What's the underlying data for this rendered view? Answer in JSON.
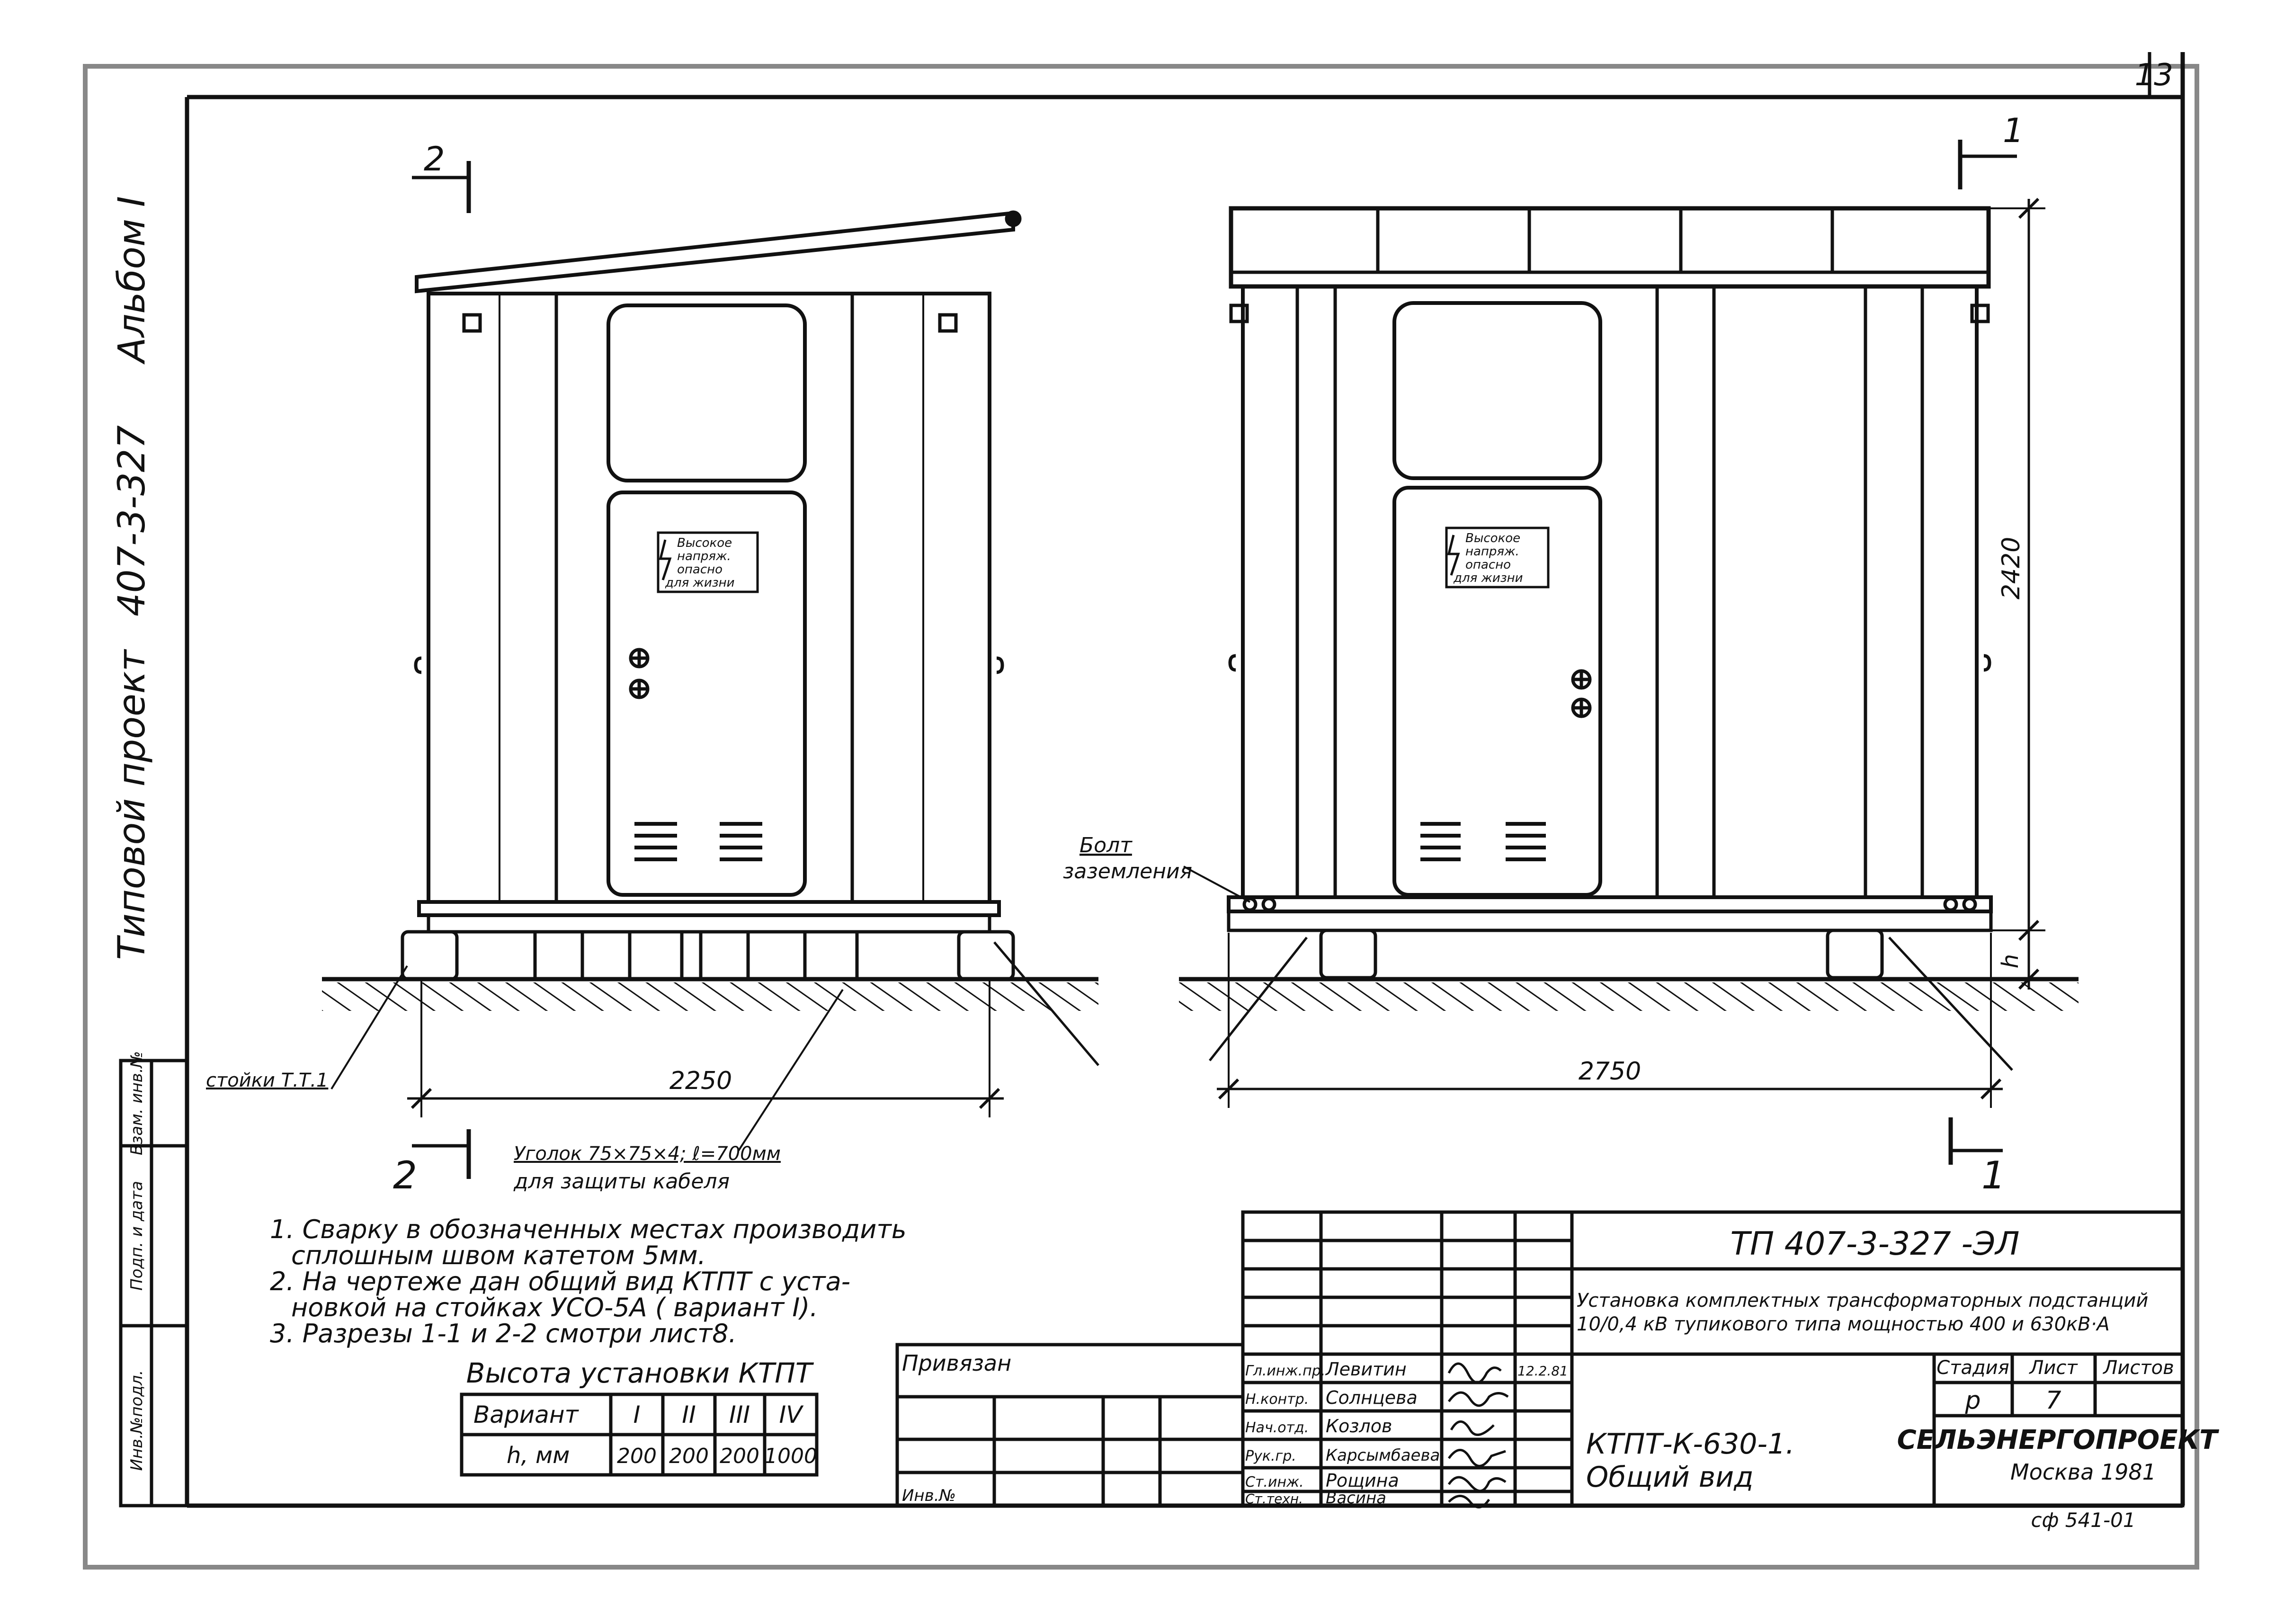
{
  "sheet": {
    "sheet_number": "13",
    "album": "Альбом I",
    "project_code": "407-3-327",
    "project_type": "Типовой проект"
  },
  "front_view": {
    "section_mark": "2",
    "dim_width": "2250",
    "callout_post": "стойки Т.Т.1",
    "angle_note_line1": "Уголок 75×75×4; ℓ=700мм",
    "angle_note_line2": "для защиты кабеля",
    "warning_sign": [
      "Высокое",
      "напряж.",
      "опасно",
      "для жизни"
    ]
  },
  "side_view": {
    "section_mark": "1",
    "dim_width": "2750",
    "dim_height": "2420",
    "dim_h": "h",
    "callout_bolt_line1": "Болт",
    "callout_bolt_line2": "заземления",
    "warning_sign": [
      "Высокое",
      "напряж.",
      "опасно",
      "для жизни"
    ]
  },
  "notes": [
    "1. Сварку в обозначенных местах производить",
    "сплошным швом катетом 5мм.",
    "2. На чертеже дан общий вид КТПТ с уста-",
    "новкой на стойках УСО-5А ( вариант I).",
    "3. Разрезы 1-1 и 2-2 смотри лист8."
  ],
  "height_table": {
    "title": "Высота установки КТПТ",
    "row1_label": "Вариант",
    "row1_values": [
      "I",
      "II",
      "III",
      "IV"
    ],
    "row2_label": "h, мм",
    "row2_values": [
      "200",
      "200",
      "200",
      "1000"
    ]
  },
  "left_stamp": [
    "Инв.№подл.",
    "Подп. и дата",
    "Взам. инв.№"
  ],
  "title_block": {
    "document_code": "ТП 407-3-327   -ЭЛ",
    "description_line1": "Установка комплектных трансформаторных подстанций",
    "description_line2": "10/0,4 кВ тупикового типа мощностью  400 и 630кВ·А",
    "drawing_name_line1": "КТПТ-К-630-1.",
    "drawing_name_line2": "Общий вид",
    "stage_header": "Стадия",
    "sheet_header": "Лист",
    "sheets_header": "Листов",
    "stage_value": "р",
    "sheet_value": "7",
    "organization": "СЕЛЬЭНЕРГОПРОЕКТ",
    "city_year": "Москва 1981",
    "attached": "Привязан",
    "inv_no": "Инв.№",
    "date_mark": "12.2.81",
    "stamp_code": "сф 541-01",
    "roles": [
      {
        "role": "Гл.инж.пр.",
        "name": "Левитин"
      },
      {
        "role": "Н.контр.",
        "name": "Солнцева"
      },
      {
        "role": "Нач.отд.",
        "name": "Козлов"
      },
      {
        "role": "Рук.гр.",
        "name": "Карсымбаева"
      },
      {
        "role": "Ст.инж.",
        "name": "Рощина"
      },
      {
        "role": "Ст.техн.",
        "name": "Васина"
      }
    ]
  },
  "colors": {
    "ink": "#111111",
    "paper": "#ffffff"
  }
}
